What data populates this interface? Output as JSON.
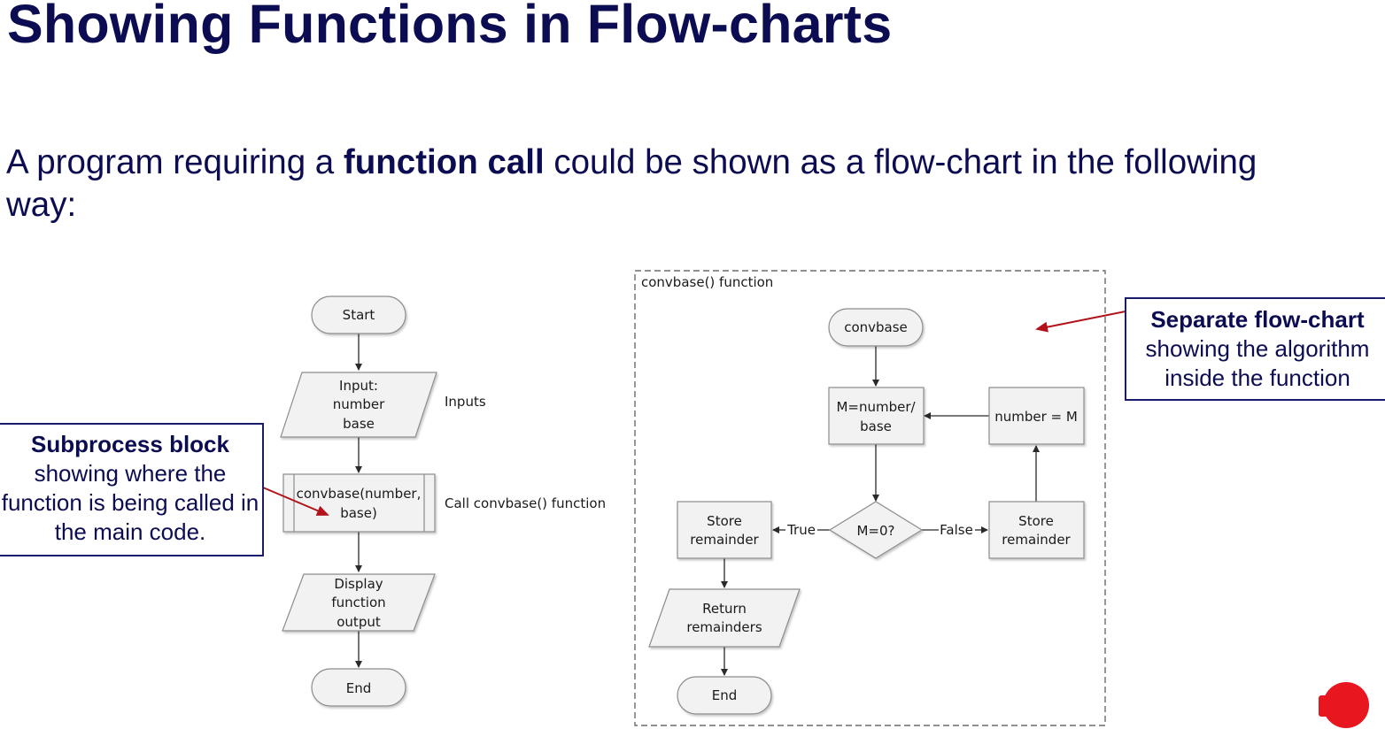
{
  "slide": {
    "title": "Showing Functions in Flow-charts",
    "intro_part1": "A program requiring a ",
    "intro_bold": "function call",
    "intro_part2": " could be shown as a flow-chart in the following way:"
  },
  "callouts": {
    "subprocess": {
      "heading": "Subprocess block",
      "body": "showing where the function is being called in the main code."
    },
    "separate": {
      "heading": "Separate flow-chart",
      "body": "showing the algorithm inside the function"
    }
  },
  "main_flow": {
    "start": "Start",
    "input_lines": [
      "Input:",
      "number",
      "base"
    ],
    "inputs_label": "Inputs",
    "call_lines": [
      "convbase(number,",
      "base)"
    ],
    "call_label": "Call convbase() function",
    "display_lines": [
      "Display",
      "function",
      "output"
    ],
    "end": "End"
  },
  "function_flow": {
    "frame_label": "convbase() function",
    "start": "convbase",
    "assign_lines": [
      "M=number/",
      "base"
    ],
    "update": "number = M",
    "decision": "M=0?",
    "true_label": "True",
    "false_label": "False",
    "store_left_lines": [
      "Store",
      "remainder"
    ],
    "store_right_lines": [
      "Store",
      "remainder"
    ],
    "return_lines": [
      "Return",
      "remainders"
    ],
    "end": "End"
  },
  "colors": {
    "title": "#0c0c52",
    "callout_border": "#1b1b6b",
    "pointer_arrow": "#b3121b",
    "node_fill": "#f2f2f2",
    "node_stroke": "#8c8c8c",
    "logo": "#e8161e"
  },
  "logo_icon": "red-puzzle-logo-icon"
}
